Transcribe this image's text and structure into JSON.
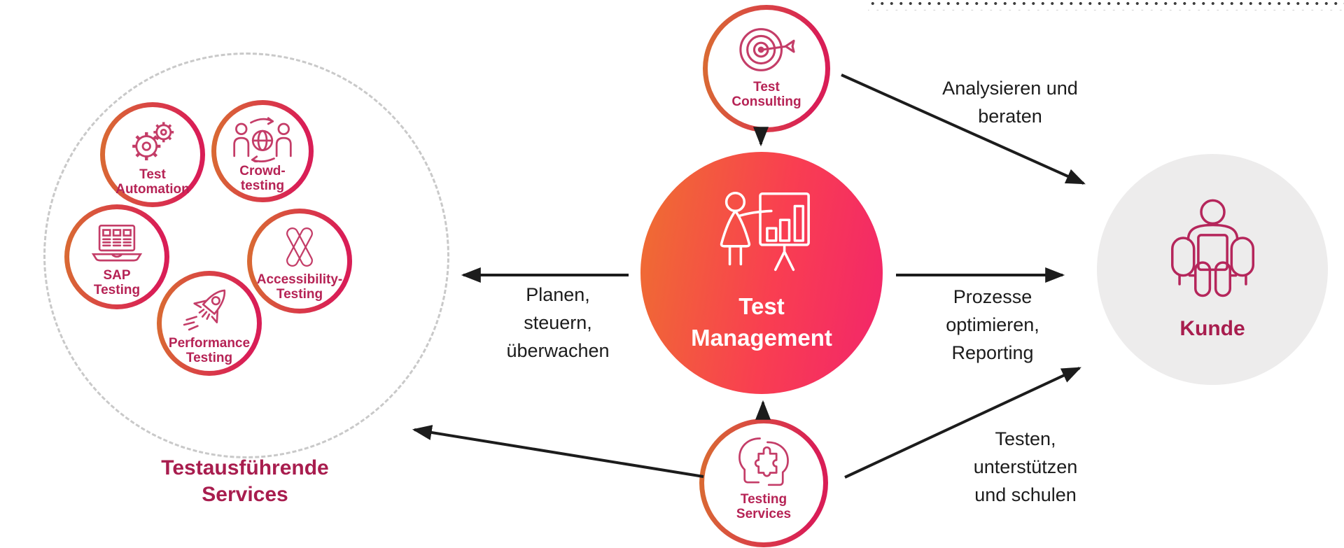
{
  "diagram": {
    "left_cluster": {
      "title": "Testausführende\nServices",
      "items": [
        {
          "label": "Test\nAutomation",
          "icon": "gears-icon"
        },
        {
          "label": "Crowd-\ntesting",
          "icon": "crowd-globe-icon"
        },
        {
          "label": "SAP\nTesting",
          "icon": "laptop-icon"
        },
        {
          "label": "Accessibility-\nTesting",
          "icon": "ribbon-icon"
        },
        {
          "label": "Performance\nTesting",
          "icon": "rocket-icon"
        }
      ]
    },
    "nodes": {
      "test_consulting": {
        "label": "Test\nConsulting",
        "icon": "target-icon"
      },
      "test_management": {
        "label": "Test\nManagement",
        "icon": "presenter-icon"
      },
      "testing_services": {
        "label": "Testing\nServices",
        "icon": "puzzle-heads-icon"
      },
      "kunde": {
        "label": "Kunde",
        "icon": "customer-armchair-icon"
      }
    },
    "arrow_labels": {
      "analysieren": "Analysieren und\nberaten",
      "planen": "Planen,\nsteuern,\nüberwachen",
      "prozesse": "Prozesse\noptimieren,\nReporting",
      "testen": "Testen,\nunterstützen\nund schulen"
    },
    "colors": {
      "ring_gradient_start": "#D96E31",
      "ring_gradient_end": "#D91E56",
      "center_gradient_start": "#EE7030",
      "center_gradient_end": "#F2256B",
      "accent_text": "#A81D4E",
      "node_label_text": "#B62355",
      "icon_stroke": "#C43D68",
      "customer_fill": "#EDECEC",
      "arrow_color": "#1C1C1C",
      "dashed_circle": "#C9C9C9"
    }
  }
}
